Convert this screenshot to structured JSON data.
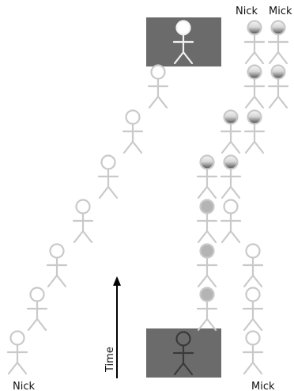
{
  "labels": {
    "top_left": "Nick",
    "top_right": "Mick",
    "bottom_left": "Nick",
    "bottom_right": "Mick",
    "time_axis": "Time"
  },
  "colors": {
    "figure_light": "#c9c9c9",
    "figure_on_dark": "#f2f2f2",
    "figure_dark": "#3a3a3a",
    "highlight_box": "#6b6b6b",
    "arrow": "#000000",
    "text": "#111111",
    "shaded_head_light": "#f3f3f3",
    "shaded_head_dark": "#555555",
    "grey_head": "#b4b4b4"
  },
  "figures": {
    "left_chain_count": 8,
    "right_column_count": 4,
    "pairs_count": 7
  }
}
